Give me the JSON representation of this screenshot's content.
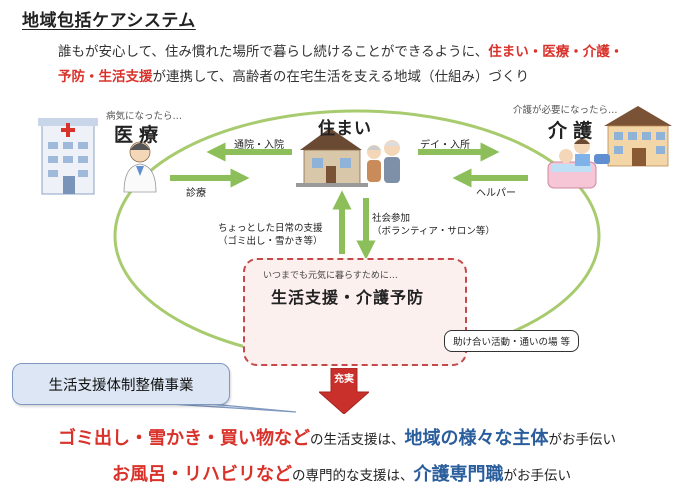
{
  "title": "地域包括ケアシステム",
  "intro": {
    "line1_a": "誰もが安心して、住み慣れた場所で暮らし続けることができるように、",
    "line1_b": "住まい・医療・介護・",
    "line2_a": "予防・生活支援",
    "line2_b": "が連携して、高齢者の在宅生活を支える地域（仕組み）づくり"
  },
  "nodes": {
    "medical": {
      "caption": "病気になったら…",
      "label": "医療"
    },
    "housing": {
      "label": "住まい"
    },
    "care": {
      "caption": "介護が必要になったら…",
      "label": "介護"
    },
    "support": {
      "caption": "いつまでも元気に暮らすために…",
      "label": "生活支援・介護予防"
    }
  },
  "edges": {
    "housing_to_medical": "通院・入院",
    "medical_to_housing": "診療",
    "housing_to_care": "デイ・入所",
    "care_to_housing": "ヘルパー",
    "support_to_housing_1": "ちょっとした日常の支援",
    "support_to_housing_2": "（ゴミ出し・雪かき等）",
    "housing_to_support_1": "社会参加",
    "housing_to_support_2": "（ボランティア・サロン等）"
  },
  "mutual_aid": "助け合い活動・通いの場 等",
  "program": "生活支援体制整備事業",
  "enrich": "充実",
  "bottom": {
    "line1_red": "ゴミ出し・雪かき・買い物など",
    "line1_mid": "の生活支援は、",
    "line1_blue": "地域の様々な主体",
    "line1_end": "がお手伝い",
    "line2_red": "お風呂・リハビリなど",
    "line2_mid": "の専門的な支援は、",
    "line2_blue": "介護専門職",
    "line2_end": "がお手伝い"
  },
  "colors": {
    "accent_red": "#d9322b",
    "accent_blue": "#2a5d9c",
    "arrow_green": "#8cbf5a",
    "ring": "#a7cb6e",
    "program_bg": "#dde6f4"
  },
  "icons": [
    "hospital-icon",
    "doctor-icon",
    "house-icon",
    "elderly-couple-icon",
    "care-facility-icon",
    "bathing-care-icon",
    "seniors-group-icon",
    "exercise-senior-icon"
  ]
}
